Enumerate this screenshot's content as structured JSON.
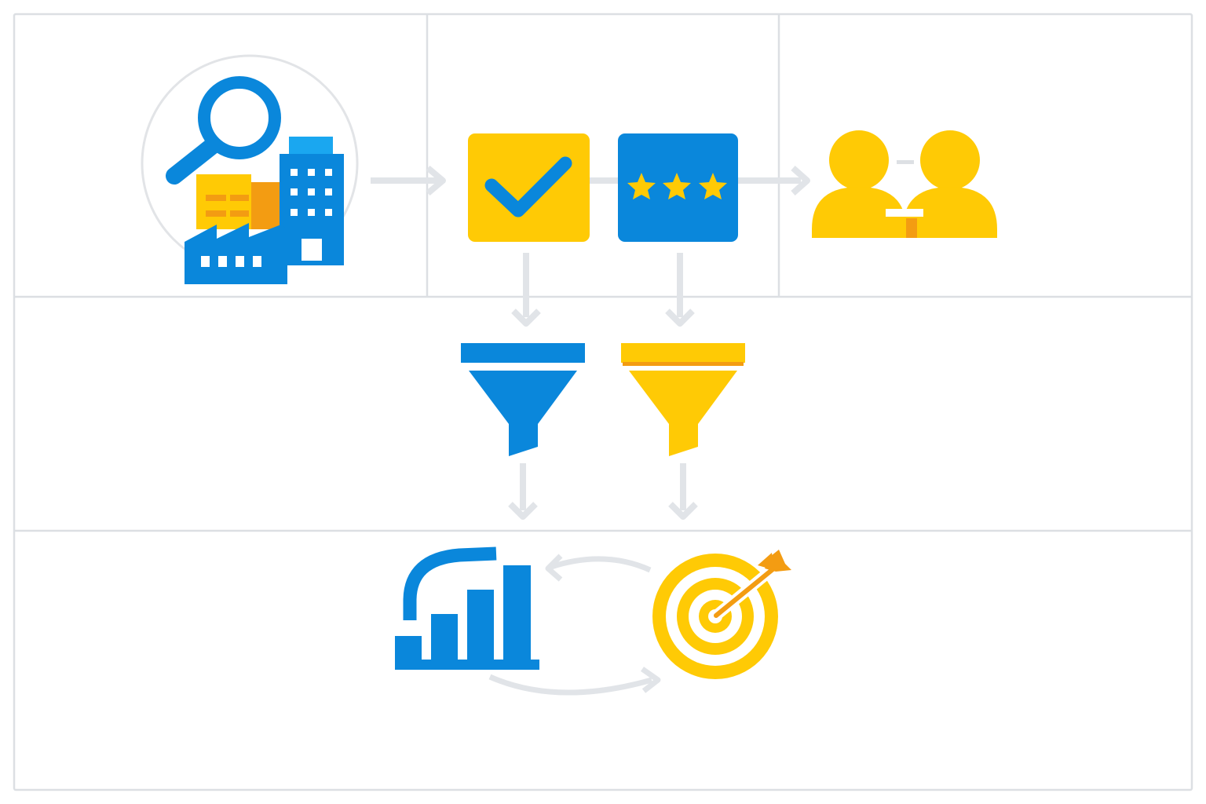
{
  "diagram": {
    "panels": [
      "research-panel",
      "verification-panel",
      "matching-panel",
      "filter-panel",
      "results-panel"
    ],
    "nodes": [
      {
        "id": "company-research",
        "icon": "magnifier-buildings-icon"
      },
      {
        "id": "verification",
        "icon": "checkmark-icon"
      },
      {
        "id": "rating",
        "icon": "star-rating-icon",
        "stars": 3
      },
      {
        "id": "partnership",
        "icon": "people-connection-icon"
      },
      {
        "id": "filter-blue",
        "icon": "funnel-icon"
      },
      {
        "id": "filter-yellow",
        "icon": "funnel-icon"
      },
      {
        "id": "analytics",
        "icon": "bar-chart-growth-icon"
      },
      {
        "id": "goal",
        "icon": "target-arrow-icon"
      }
    ],
    "edges": [
      {
        "from": "company-research",
        "to": "verification"
      },
      {
        "from": "verification",
        "to": "rating"
      },
      {
        "from": "rating",
        "to": "partnership"
      },
      {
        "from": "verification",
        "to": "filter-blue"
      },
      {
        "from": "rating",
        "to": "filter-yellow"
      },
      {
        "from": "filter-blue",
        "to": "analytics"
      },
      {
        "from": "filter-yellow",
        "to": "goal"
      },
      {
        "from": "goal",
        "to": "analytics"
      },
      {
        "from": "analytics",
        "to": "goal"
      }
    ]
  },
  "colors": {
    "blue": "#0A87DB",
    "light_blue": "#1AA7F0",
    "yellow": "#FFCA05",
    "orange": "#F39C12",
    "connector": "#E1E4E8",
    "border": "#DCDFE3"
  }
}
